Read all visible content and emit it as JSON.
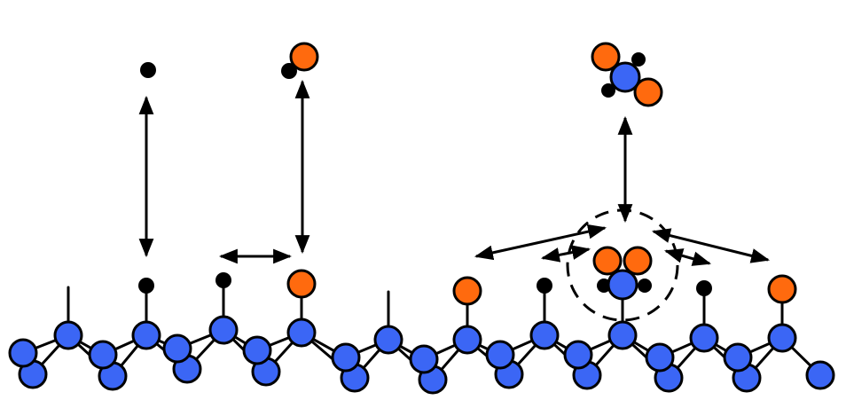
{
  "colors": {
    "substrate_atom": "#3b66f5",
    "adsorbate_o": "#ff6a0e",
    "hydrogen": "#000000",
    "stroke": "#000000",
    "background": "#ffffff"
  },
  "diagram": {
    "description_labels": [],
    "surface_atom_count": 21,
    "surface_sites": [
      {
        "kind": "dangling-bond"
      },
      {
        "kind": "hydrogen"
      },
      {
        "kind": "hydrogen"
      },
      {
        "kind": "oxygen"
      },
      {
        "kind": "dangling-bond"
      },
      {
        "kind": "oxygen"
      },
      {
        "kind": "hydrogen"
      },
      {
        "kind": "cluster"
      },
      {
        "kind": "hydrogen"
      },
      {
        "kind": "oxygen"
      }
    ],
    "gas_species": [
      {
        "kind": "H"
      },
      {
        "kind": "OH"
      },
      {
        "kind": "H2O2-cluster"
      }
    ],
    "processes": [
      {
        "kind": "desorption-adsorption"
      },
      {
        "kind": "diffusion"
      },
      {
        "kind": "desorption-adsorption"
      },
      {
        "kind": "cluster-exchange"
      }
    ]
  }
}
